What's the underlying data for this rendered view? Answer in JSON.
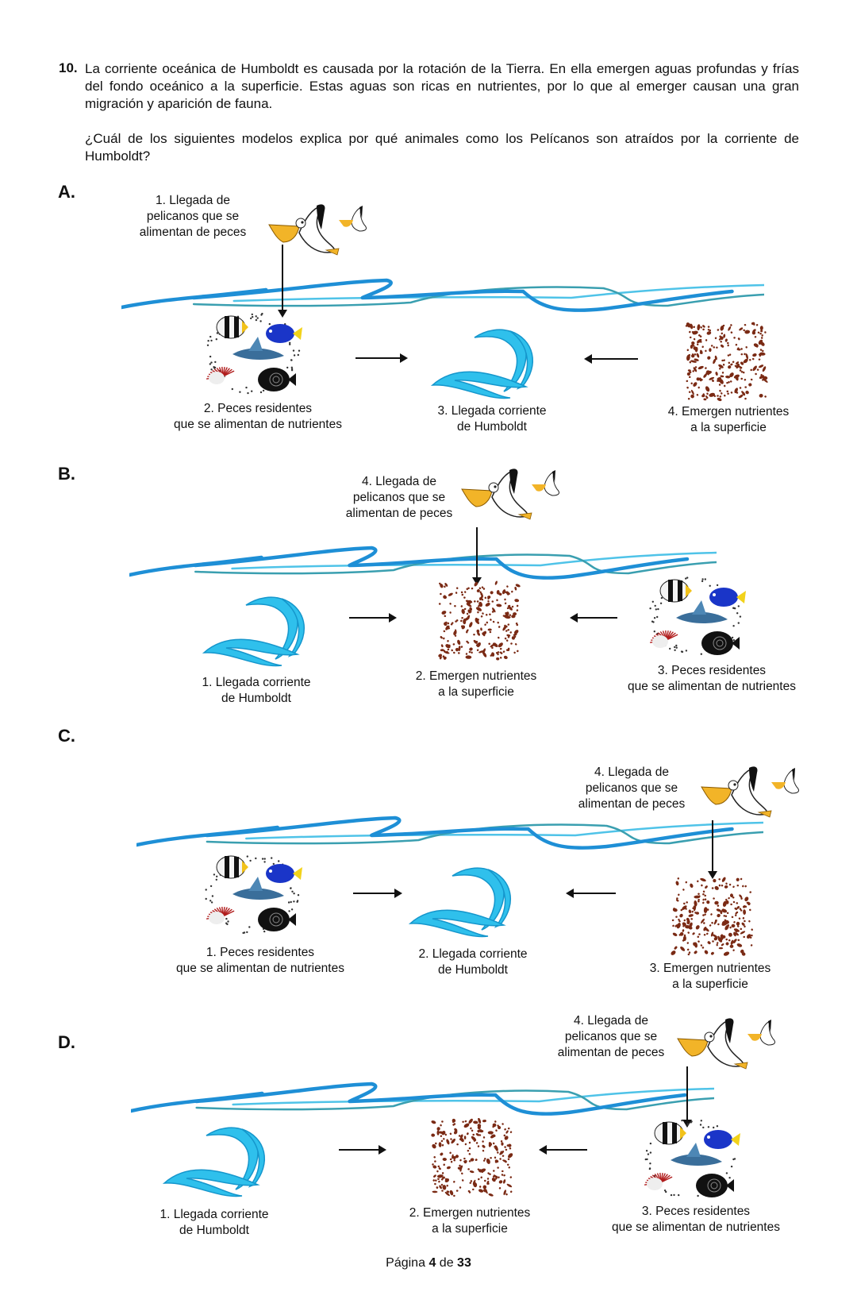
{
  "question": {
    "number": "10.",
    "paragraph": "La corriente oceánica de Humboldt es causada por la rotación de la Tierra. En ella emergen aguas profundas y frías del fondo oceánico a la superficie. Estas aguas son ricas en nutrientes, por lo que al emerger causan una gran migración y aparición de fauna.",
    "prompt": "¿Cuál de los siguientes modelos explica por qué animales como los Pelícanos son atraídos por la corriente de Humboldt?"
  },
  "colors": {
    "water_dark": "#1e8fd6",
    "water_light": "#4fc3e8",
    "water_teal": "#3a9fb0",
    "current_fill": "#2fc0ec",
    "current_stroke": "#1596cc",
    "nutrient_dots": "#7a2a14",
    "pelican_pouch": "#f2b428",
    "fish_blue": "#1a35c8"
  },
  "options": [
    {
      "letter": "A.",
      "steps": {
        "pelicans": [
          "1. Llegada de",
          "pelicanos que se",
          "alimentan de peces"
        ],
        "fish": [
          "2. Peces residentes",
          "que se alimentan de nutrientes"
        ],
        "current": [
          "3. Llegada corriente",
          "de Humboldt"
        ],
        "nutrients": [
          "4. Emergen nutrientes",
          "a la superficie"
        ]
      }
    },
    {
      "letter": "B.",
      "steps": {
        "current": [
          "1. Llegada corriente",
          "de Humboldt"
        ],
        "nutrients": [
          "2. Emergen nutrientes",
          "a la superficie"
        ],
        "fish": [
          "3. Peces residentes",
          "que se alimentan de nutrientes"
        ],
        "pelicans": [
          "4. Llegada de",
          "pelicanos que se",
          "alimentan de peces"
        ]
      }
    },
    {
      "letter": "C.",
      "steps": {
        "fish": [
          "1. Peces residentes",
          "que se alimentan de nutrientes"
        ],
        "current": [
          "2. Llegada corriente",
          "de Humboldt"
        ],
        "nutrients": [
          "3. Emergen nutrientes",
          "a la superficie"
        ],
        "pelicans": [
          "4. Llegada de",
          "pelicanos que se",
          "alimentan de peces"
        ]
      }
    },
    {
      "letter": "D.",
      "steps": {
        "current": [
          "1. Llegada corriente",
          "de Humboldt"
        ],
        "nutrients": [
          "2. Emergen nutrientes",
          "a la superficie"
        ],
        "fish": [
          "3. Peces residentes",
          "que se alimentan de nutrientes"
        ],
        "pelicans": [
          "4. Llegada de",
          "pelicanos que se",
          "alimentan de peces"
        ]
      }
    }
  ],
  "footer": {
    "prefix": "Página",
    "page": "4",
    "middle": "de",
    "total": "33"
  }
}
